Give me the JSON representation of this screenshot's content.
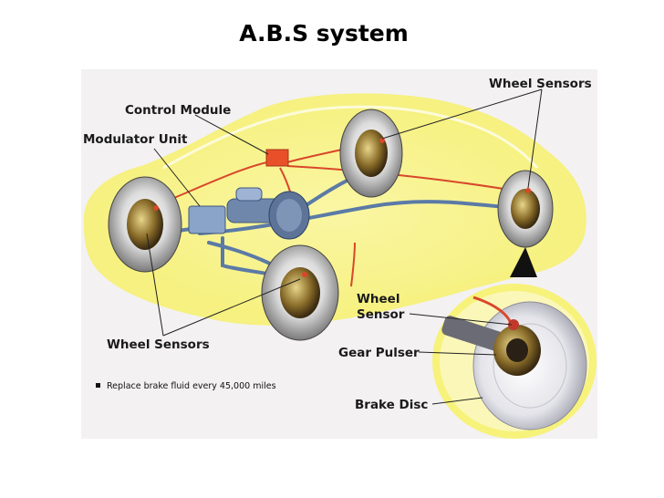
{
  "title": "A.B.S system",
  "labels": {
    "wheel_sensors_top": "Wheel Sensors",
    "control_module": "Control Module",
    "modulator_unit": "Modulator Unit",
    "wheel_sensors_bottom": "Wheel Sensors",
    "wheel_sensor_line1": "Wheel",
    "wheel_sensor_line2": "Sensor",
    "gear_pulser": "Gear Pulser",
    "brake_disc": "Brake Disc"
  },
  "note": "Replace brake fluid every 45,000 miles",
  "colors": {
    "car_body": "#f7f27a",
    "background": "#f3f1f2",
    "brake_line": "#d9472b",
    "hydraulic_line": "#5b7aa6",
    "module": "#e8502a"
  }
}
